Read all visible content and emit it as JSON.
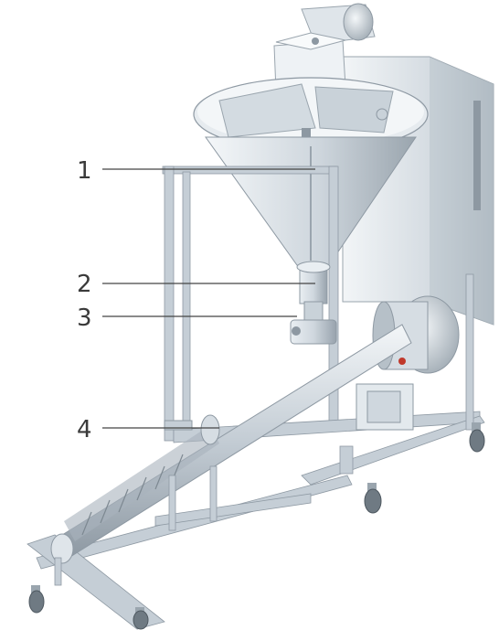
{
  "callouts": [
    {
      "number": "1",
      "part": "hopper"
    },
    {
      "number": "2",
      "part": "outlet"
    },
    {
      "number": "3",
      "part": "valve"
    },
    {
      "number": "4",
      "part": "screw-conveyor"
    }
  ],
  "colors": {
    "steel_light": "#eef2f5",
    "steel_mid": "#c5ced6",
    "steel_dark": "#8e99a3",
    "frame": "#b9c3cc",
    "label": "#3a3a3a",
    "accent_red": "#c0392b"
  }
}
